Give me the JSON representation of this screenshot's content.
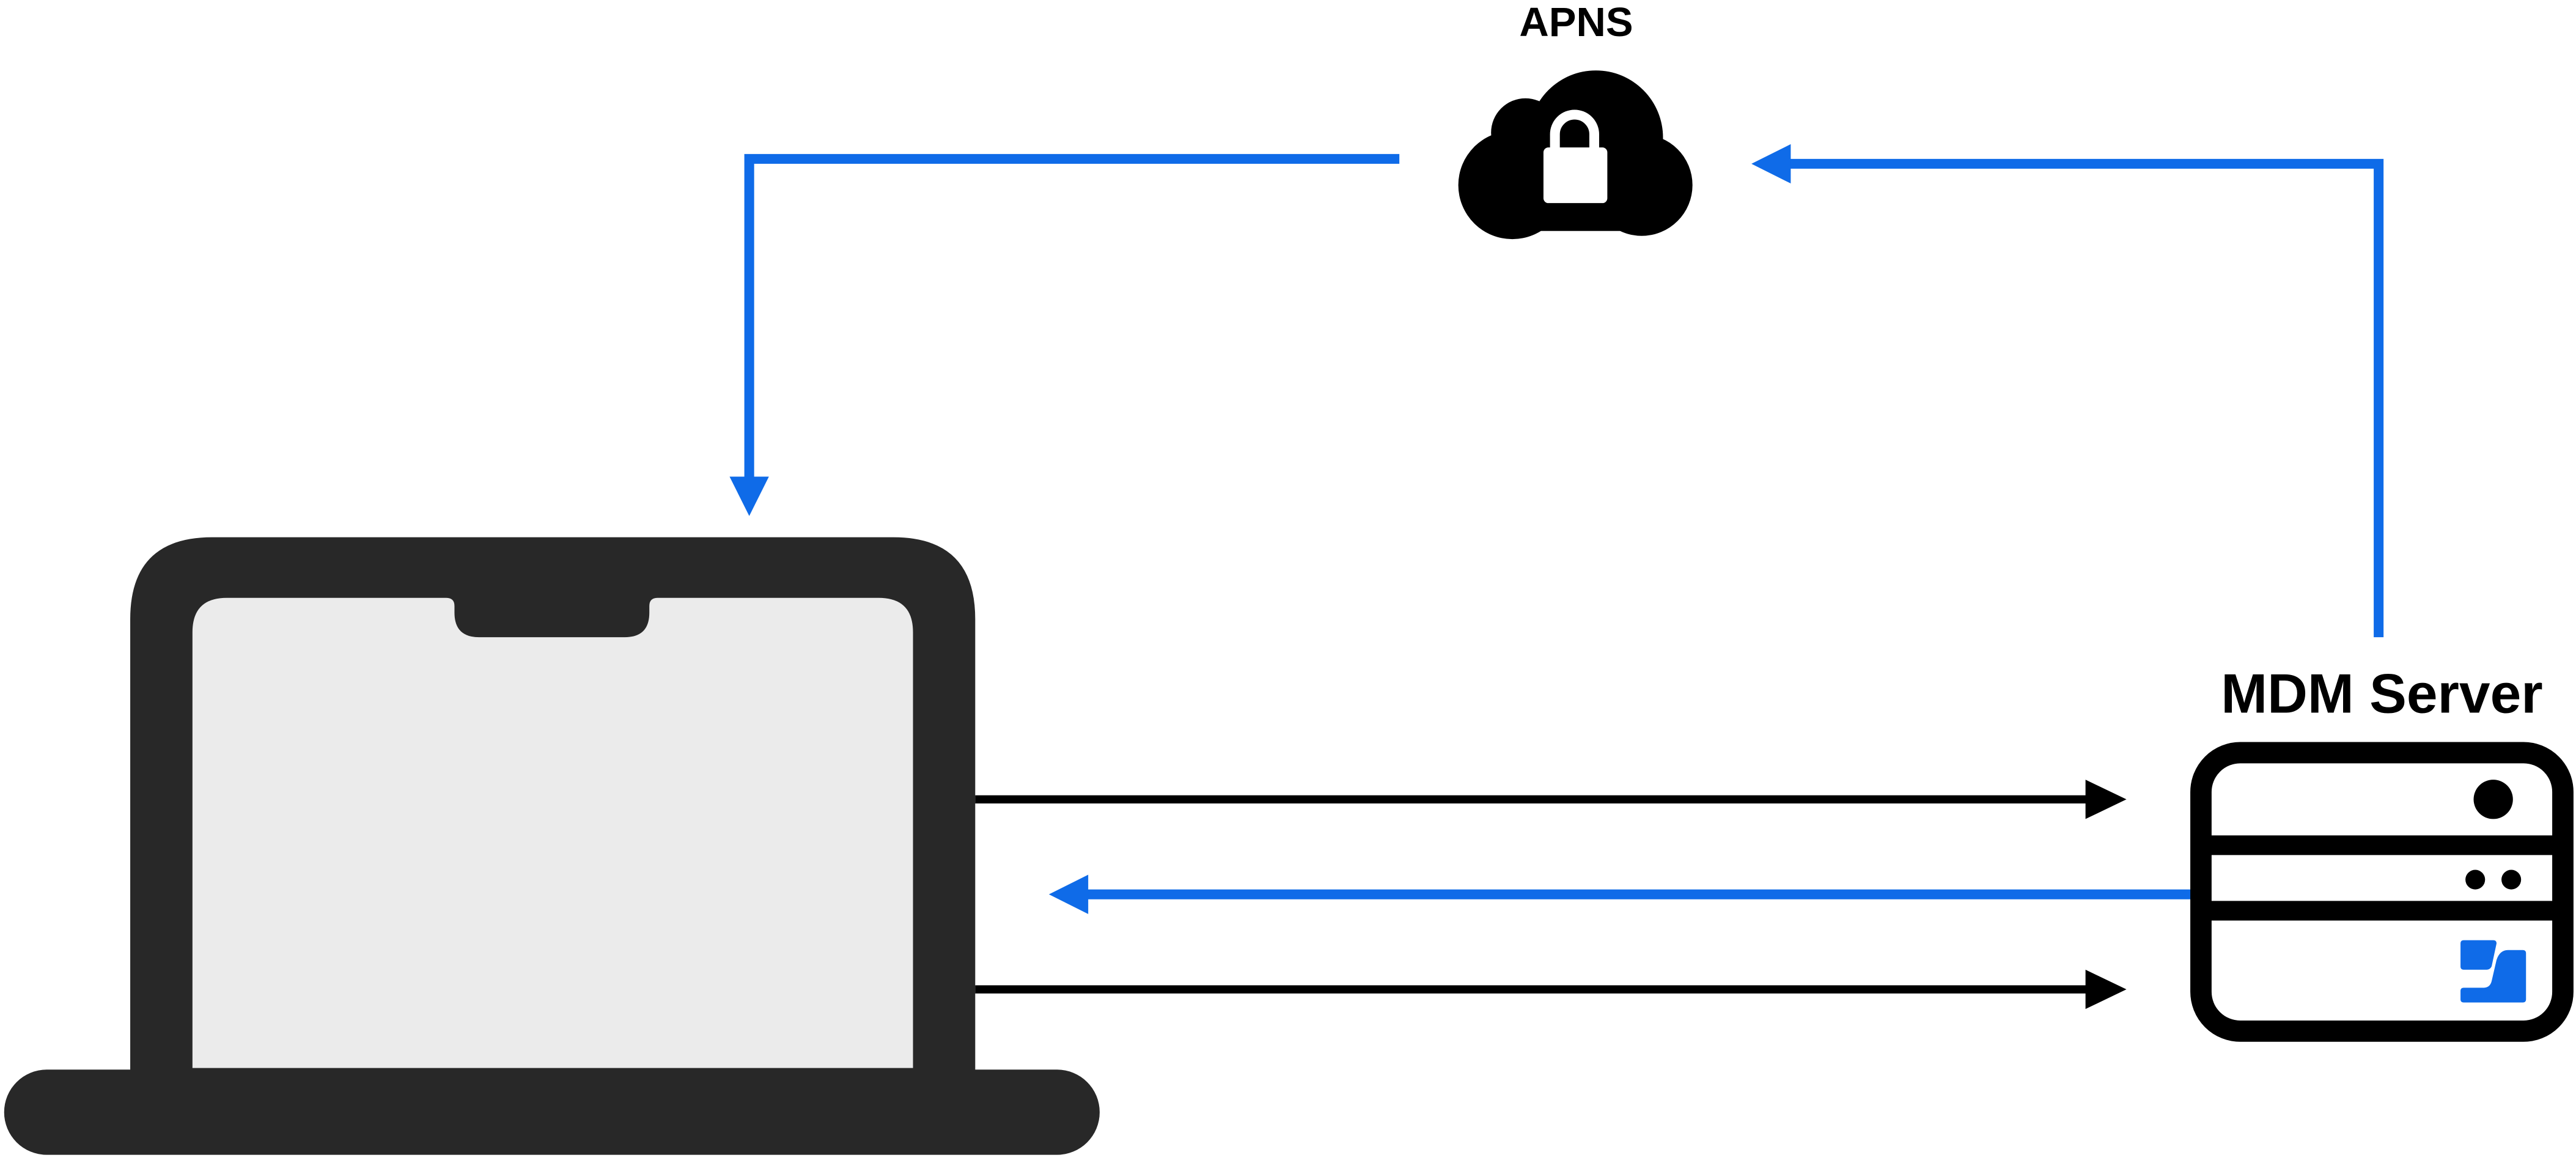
{
  "labels": {
    "apns": "APNS",
    "mdm_server": "MDM Server"
  },
  "nodes": {
    "cloud": {
      "icon": "cloud-lock-icon"
    },
    "device": {
      "icon": "laptop-icon"
    },
    "server": {
      "icon": "server-rack-icon",
      "logo": "brand-logo-icon"
    }
  },
  "connections": [
    {
      "from": "mdm-server",
      "to": "apns",
      "color": "blue"
    },
    {
      "from": "apns",
      "to": "device",
      "color": "blue"
    },
    {
      "from": "device",
      "to": "mdm-server",
      "color": "black"
    },
    {
      "from": "mdm-server",
      "to": "device",
      "color": "blue"
    },
    {
      "from": "device",
      "to": "mdm-server",
      "color": "black"
    }
  ],
  "colors": {
    "blue": "#0f6be8",
    "black": "#000000",
    "laptop_body": "#282828",
    "laptop_screen": "#ebebeb",
    "white": "#ffffff"
  }
}
